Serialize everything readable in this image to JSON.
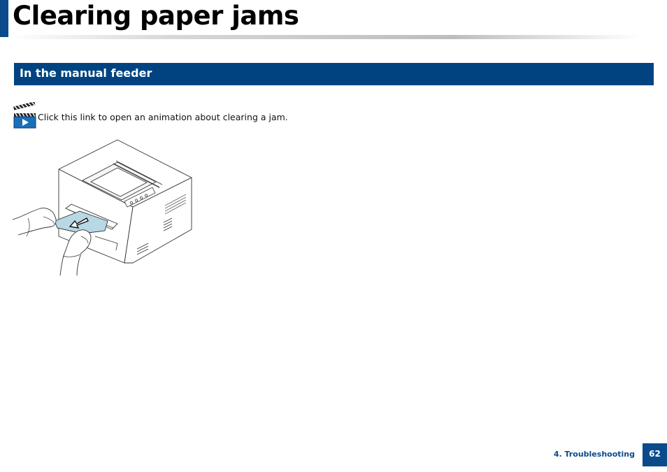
{
  "header": {
    "title": "Clearing paper jams"
  },
  "section": {
    "heading": "In the manual feeder"
  },
  "animation": {
    "icon": "video-clapper-icon",
    "link_text": "Click this link to open an animation about clearing a jam."
  },
  "illustration": {
    "name": "manual-feeder-jam-illustration"
  },
  "footer": {
    "section_label": "4.  Troubleshooting",
    "page_number": "62"
  },
  "colors": {
    "brand_blue": "#004380",
    "accent_blue": "#0b4a8b",
    "paper_tint": "#b7d8e4"
  }
}
